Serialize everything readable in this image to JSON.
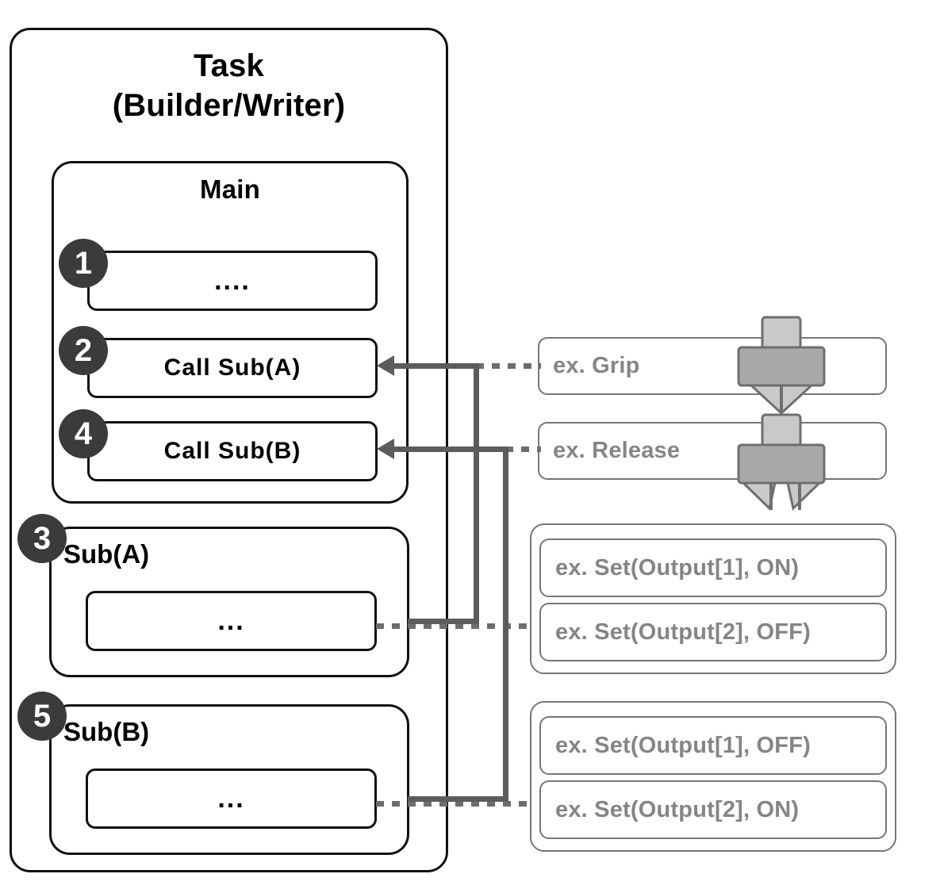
{
  "diagram": {
    "task": {
      "title_line1": "Task",
      "title_line2": "(Builder/Writer)"
    },
    "main": {
      "title": "Main",
      "steps": [
        {
          "badge": "1",
          "label": "...."
        },
        {
          "badge": "2",
          "label": "Call Sub(A)"
        },
        {
          "badge": "4",
          "label": "Call Sub(B)"
        }
      ]
    },
    "subroutines": [
      {
        "badge": "3",
        "title": "Sub(A)",
        "body": "..."
      },
      {
        "badge": "5",
        "title": "Sub(B)",
        "body": "..."
      }
    ],
    "examples": {
      "motion": [
        {
          "label": "ex. Grip",
          "icon": "gripper-closed-icon"
        },
        {
          "label": "ex. Release",
          "icon": "gripper-open-icon"
        }
      ],
      "io_groups": [
        {
          "items": [
            "ex. Set(Output[1], ON)",
            "ex. Set(Output[2], OFF)"
          ]
        },
        {
          "items": [
            "ex. Set(Output[1], OFF)",
            "ex. Set(Output[2], ON)"
          ]
        }
      ]
    },
    "colors": {
      "badge_fill": "#3b3b3b",
      "badge_text": "#ffffff",
      "stroke_dark": "#111111",
      "stroke_gray": "#767676",
      "text_gray": "#858585",
      "connector": "#5c5c5c",
      "gripper_light": "#c9c9c9",
      "gripper_mid": "#a8a8a8",
      "gripper_stroke": "#6f6f6f"
    }
  }
}
